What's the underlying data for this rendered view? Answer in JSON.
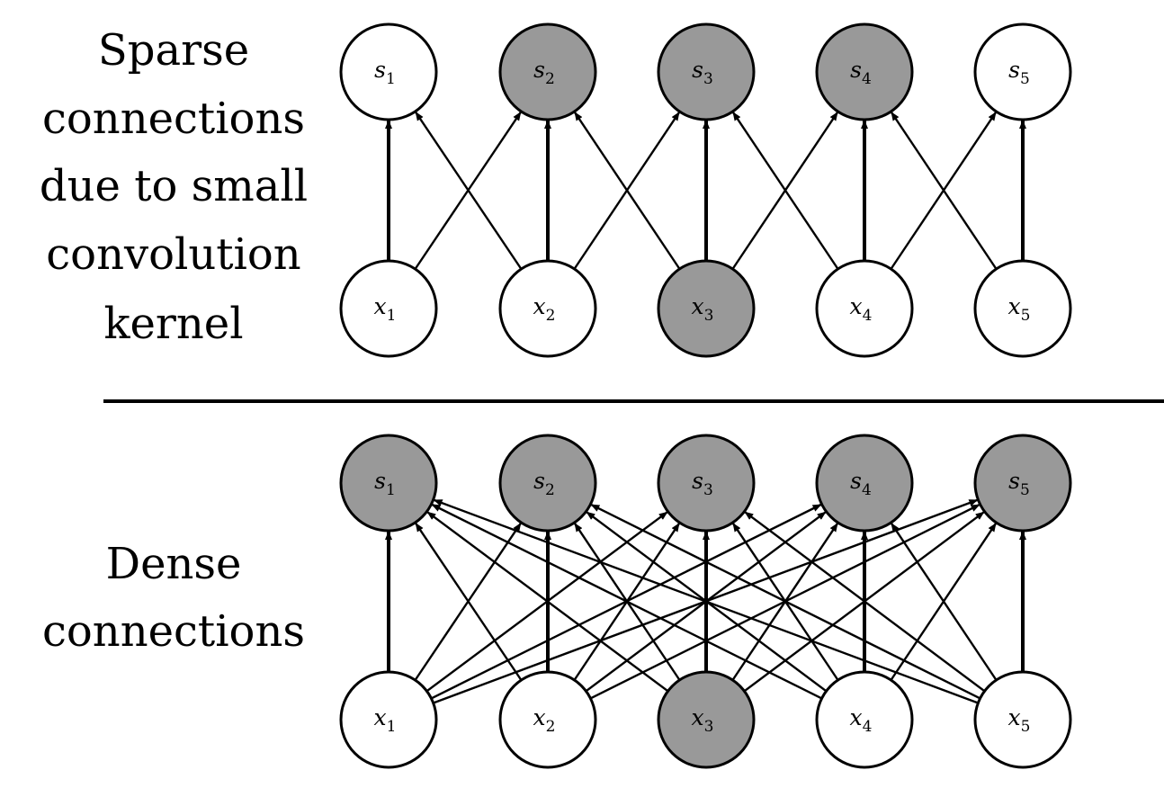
{
  "colors": {
    "highlight": "#999999",
    "plain": "#ffffff",
    "stroke": "#000000"
  },
  "panels": [
    {
      "id": "sparse",
      "caption_lines": [
        "Sparse",
        "connections",
        "due to small",
        "convolution",
        "kernel"
      ],
      "outputs": [
        {
          "base": "s",
          "sub": "1",
          "highlighted": false
        },
        {
          "base": "s",
          "sub": "2",
          "highlighted": true
        },
        {
          "base": "s",
          "sub": "3",
          "highlighted": true
        },
        {
          "base": "s",
          "sub": "4",
          "highlighted": true
        },
        {
          "base": "s",
          "sub": "5",
          "highlighted": false
        }
      ],
      "inputs": [
        {
          "base": "x",
          "sub": "1",
          "highlighted": false
        },
        {
          "base": "x",
          "sub": "2",
          "highlighted": false
        },
        {
          "base": "x",
          "sub": "3",
          "highlighted": true
        },
        {
          "base": "x",
          "sub": "4",
          "highlighted": false
        },
        {
          "base": "x",
          "sub": "5",
          "highlighted": false
        }
      ],
      "connectivity": "kernel-3"
    },
    {
      "id": "dense",
      "caption_lines": [
        "Dense",
        "connections"
      ],
      "outputs": [
        {
          "base": "s",
          "sub": "1",
          "highlighted": true
        },
        {
          "base": "s",
          "sub": "2",
          "highlighted": true
        },
        {
          "base": "s",
          "sub": "3",
          "highlighted": true
        },
        {
          "base": "s",
          "sub": "4",
          "highlighted": true
        },
        {
          "base": "s",
          "sub": "5",
          "highlighted": true
        }
      ],
      "inputs": [
        {
          "base": "x",
          "sub": "1",
          "highlighted": false
        },
        {
          "base": "x",
          "sub": "2",
          "highlighted": false
        },
        {
          "base": "x",
          "sub": "3",
          "highlighted": true
        },
        {
          "base": "x",
          "sub": "4",
          "highlighted": false
        },
        {
          "base": "x",
          "sub": "5",
          "highlighted": false
        }
      ],
      "connectivity": "full"
    }
  ]
}
